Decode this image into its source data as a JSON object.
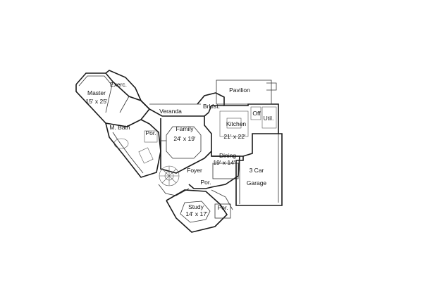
{
  "rooms": {
    "master": {
      "name": "Master",
      "size": "15' x 25'"
    },
    "exercise": {
      "name": "Exerc."
    },
    "veranda": {
      "name": "Veranda"
    },
    "pavilion": {
      "name": "Pavilion"
    },
    "breakfast": {
      "name": "Brkfst."
    },
    "kitchen": {
      "name": "Kitchen",
      "size": "21' x 22'"
    },
    "office": {
      "name": "Off"
    },
    "utility": {
      "name": "Util."
    },
    "master_bath": {
      "name": "M. Bath"
    },
    "porch_left": {
      "name": "Por."
    },
    "family": {
      "name": "Family",
      "size": "24' x 19'"
    },
    "dining": {
      "name": "Dining",
      "size": "19' x 14'"
    },
    "foyer": {
      "name": "Foyer"
    },
    "porch_entry": {
      "name": "Por."
    },
    "garage": {
      "line1": "3 Car",
      "line2": "Garage"
    },
    "study": {
      "name": "Study",
      "size": "14' x 17'"
    },
    "porch_study": {
      "name": "Por."
    }
  }
}
